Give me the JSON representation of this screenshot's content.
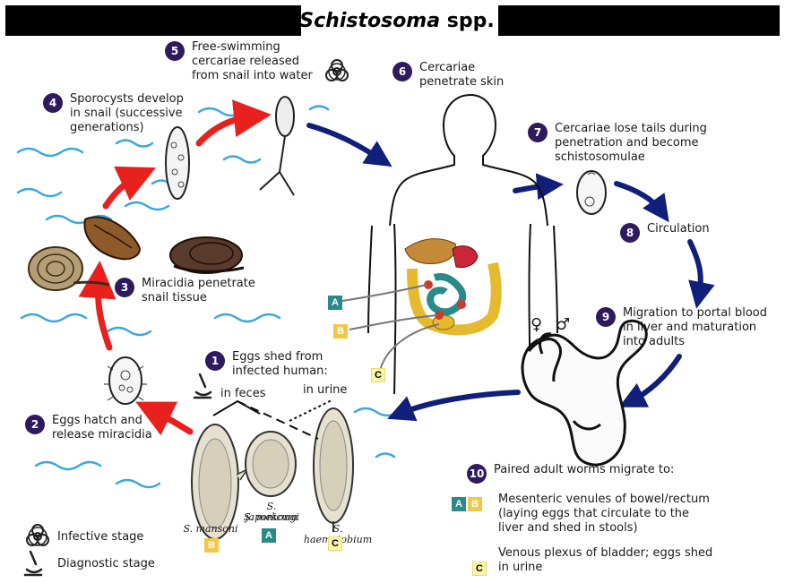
{
  "title": {
    "genus": "Schistosoma",
    "suffix": "spp."
  },
  "steps": [
    {
      "num": "1",
      "text": "Eggs shed from\ninfected human:"
    },
    {
      "num": "2",
      "text": "Eggs hatch and\nrelease miracidia"
    },
    {
      "num": "3",
      "text": "Miracidia penetrate\nsnail tissue"
    },
    {
      "num": "4",
      "text": "Sporocysts develop\nin snail (successive\ngenerations)"
    },
    {
      "num": "5",
      "text": "Free-swimming\ncercariae released\nfrom snail into water"
    },
    {
      "num": "6",
      "text": "Cercariae\npenetrate skin"
    },
    {
      "num": "7",
      "text": "Cercariae lose tails during\npenetration and become\nschistosomulae"
    },
    {
      "num": "8",
      "text": "Circulation"
    },
    {
      "num": "9",
      "text": "Migration to portal blood\nin liver and maturation\ninto adults"
    },
    {
      "num": "10",
      "text": "Paired adult worms migrate to:"
    }
  ],
  "egg_routes": {
    "feces": "in feces",
    "urine": "in urine"
  },
  "species": {
    "mansoni": "S. mansoni",
    "japonicum": "S. japonicum",
    "mekongi": "S. mekongi",
    "haematobium": "S. haematobium"
  },
  "badges": {
    "a": "A",
    "b": "B",
    "c": "C"
  },
  "destinations": {
    "bowel": "Mesenteric venules of bowel/rectum\n(laying eggs that circulate to the\nliver and shed in stools)",
    "bladder": "Venous plexus of bladder; eggs shed\nin urine"
  },
  "sex_symbols": {
    "female": "♀",
    "male": "♂"
  },
  "legend": {
    "infective": "Infective stage",
    "diagnostic": "Diagnostic stage"
  },
  "icons": {
    "infective": "biohazard-icon",
    "diagnostic": "microscope-icon"
  },
  "colors": {
    "step_badge": "#2e1a5c",
    "red_arrow": "#e8201e",
    "blue_arrow": "#10207a",
    "water": "#3aa7e0",
    "badge_a": "#2a8a8a",
    "badge_b": "#f2c84b",
    "badge_c": "#fbf6a8"
  }
}
